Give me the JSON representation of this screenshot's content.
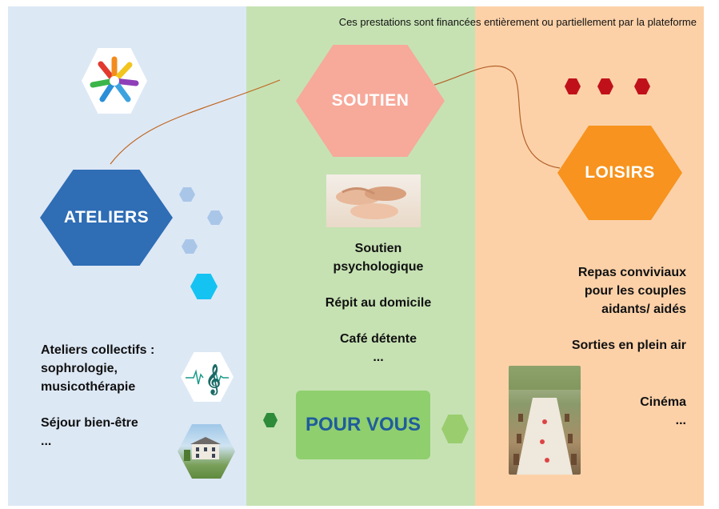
{
  "note": "Ces prestations sont financées entièrement ou partiellement par la plateforme",
  "ateliers": {
    "title": "ATELIERS",
    "line1": "Ateliers collectifs :",
    "line2": "sophrologie,",
    "line3": "musicothérapie",
    "line4": "Séjour bien-être",
    "line5": "..."
  },
  "soutien": {
    "title": "SOUTIEN",
    "line1": "Soutien",
    "line2": "psychologique",
    "line3": "Répit au domicile",
    "line4": "Café détente",
    "line5": "..."
  },
  "loisirs": {
    "title": "LOISIRS",
    "line1": "Repas conviviaux",
    "line2": "pour les couples",
    "line3": "aidants/ aidés",
    "line4": "Sorties en plein air",
    "line5": "Cinéma",
    "line6": "..."
  },
  "pour_vous": "POUR VOUS",
  "colors": {
    "left_bg": "#dde8f5",
    "mid_bg": "#c6e2b3",
    "right_bg": "#fcd1a8",
    "ateliers_hex": "#2f6db5",
    "soutien_hex": "#f7a99a",
    "loisirs_hex": "#f7931e",
    "pour_vous_text": "#1f5c9c",
    "dots_red": "#c0111a"
  },
  "icons": [
    "hands-logo-icon",
    "music-note-icon",
    "house-photo-icon",
    "holding-hands-photo-icon",
    "table-dinner-photo-icon"
  ]
}
